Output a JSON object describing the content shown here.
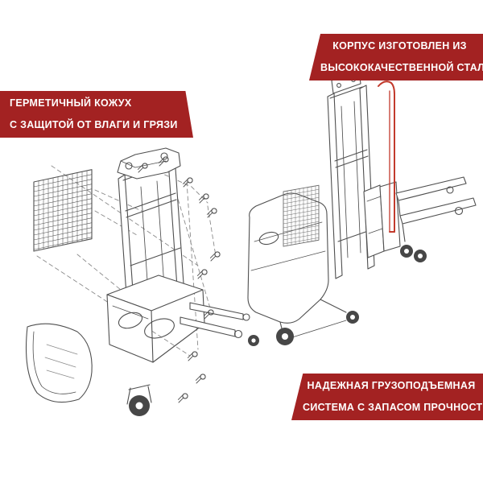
{
  "colors": {
    "banner_red": "#a32222",
    "banner_text": "#ffffff",
    "line_dark": "#4f4f4f",
    "line_light": "#8a8a8a",
    "highlight_red": "#c23a2c",
    "wheel_fill": "#474747",
    "background": "#ffffff"
  },
  "banners": {
    "sealed_casing": {
      "lines": [
        "ГЕРМЕТИЧНЫЙ КОЖУХ",
        "С ЗАЩИТОЙ ОТ ВЛАГИ И ГРЯЗИ"
      ]
    },
    "steel_body": {
      "lines": [
        "КОРПУС ИЗГОТОВЛЕН ИЗ",
        "ВЫСОКОКАЧЕСТВЕННОЙ СТАЛИ"
      ]
    },
    "lifting_system": {
      "lines": [
        "НАДЕЖНАЯ ГРУЗОПОДЪЕМНАЯ",
        "СИСТЕМА С ЗАПАСОМ ПРОЧНОСТИ"
      ]
    }
  }
}
